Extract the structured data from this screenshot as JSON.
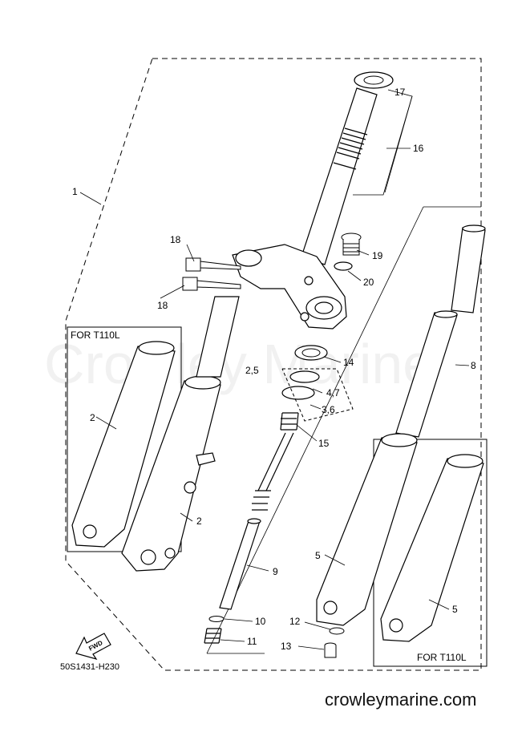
{
  "watermark": "Crowley Marine",
  "footer": {
    "site": "crowleymarine.com",
    "diagram_code": "50S1431-H230"
  },
  "fwd_badge": "FWD",
  "boxes": {
    "left_box_label": "FOR T110L",
    "right_box_label": "FOR T110L"
  },
  "callouts": {
    "c1": "1",
    "c2a": "2",
    "c2b": "2",
    "c25": "2,5",
    "c47": "4,7",
    "c36": "3,6",
    "c5a": "5",
    "c5b": "5",
    "c8": "8",
    "c9": "9",
    "c10": "10",
    "c11": "11",
    "c12": "12",
    "c13": "13",
    "c14": "14",
    "c15": "15",
    "c16": "16",
    "c17": "17",
    "c18a": "18",
    "c18b": "18",
    "c19": "19",
    "c20": "20"
  }
}
